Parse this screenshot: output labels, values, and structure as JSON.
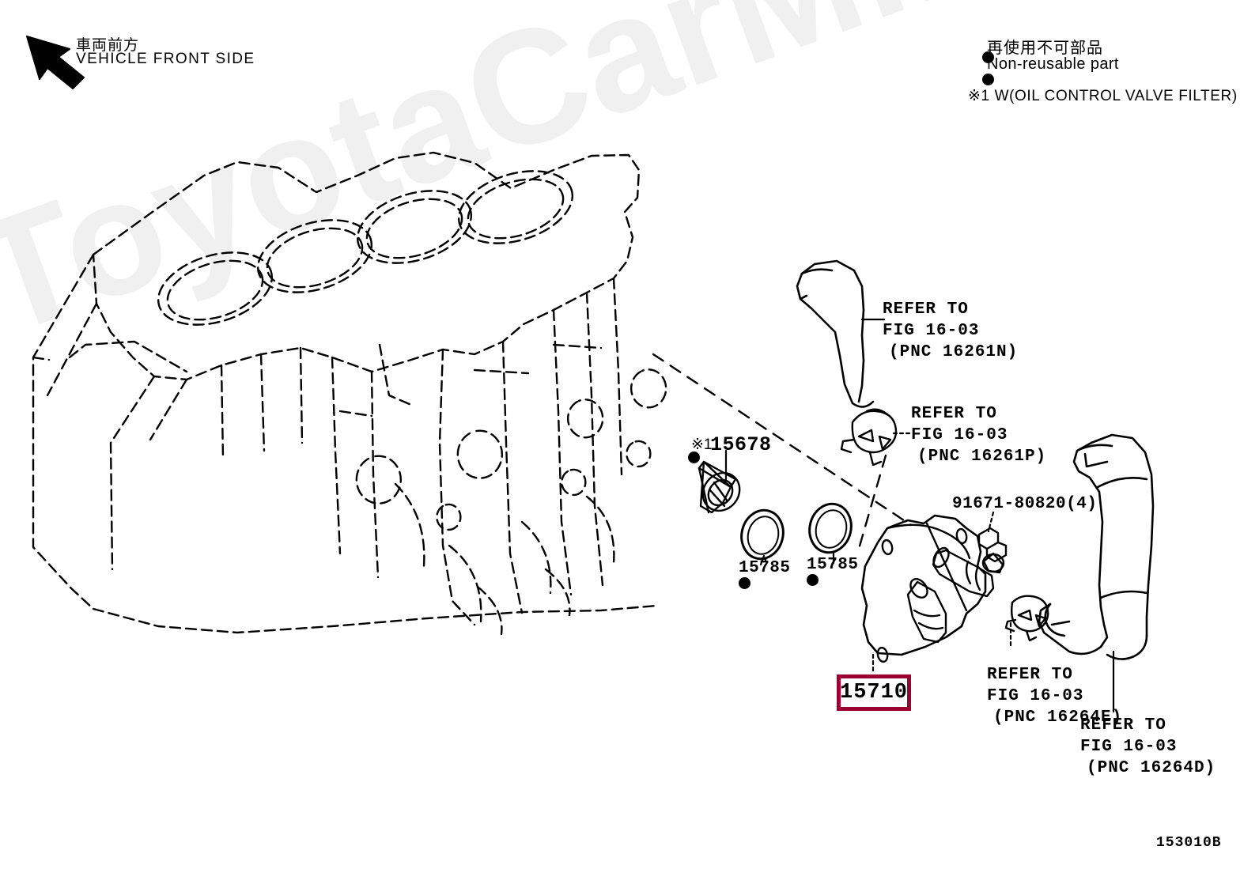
{
  "page": {
    "watermark": "ToyotaCarMine.ru",
    "footer_code": "153010B",
    "accent_color": "#9B0033"
  },
  "header": {
    "arrow_icon": "arrow-up-left-icon",
    "jp": "車両前方",
    "en": "VEHICLE FRONT SIDE"
  },
  "legend": {
    "bullet_icon": "filled-circle-icon",
    "jp": "再使用不可部品",
    "en": "Non-reusable part",
    "note": "※1 W(OIL CONTROL VALVE FILTER)"
  },
  "callouts": [
    {
      "name": "refer-16261n",
      "l1": "REFER TO",
      "l2": "FIG 16-03",
      "l3": "(PNC 16261N)"
    },
    {
      "name": "refer-16261p",
      "l1": "REFER TO",
      "l2": "FIG 16-03",
      "l3": "(PNC 16261P)"
    },
    {
      "name": "refer-16264e",
      "l1": "REFER TO",
      "l2": "FIG 16-03",
      "l3": "(PNC 16264E)"
    },
    {
      "name": "refer-16264d",
      "l1": "REFER TO",
      "l2": "FIG 16-03",
      "l3": "(PNC 16264D)"
    }
  ],
  "parts": {
    "filter": {
      "marker": "※1",
      "number": "15678",
      "bullet": true
    },
    "oring_left": {
      "number": "15785",
      "bullet": true
    },
    "oring_right": {
      "number": "15785",
      "bullet": true
    },
    "bolt": {
      "number": "91671-80820(4)",
      "bullet": false
    },
    "water_pump": {
      "number": "15710",
      "highlighted": true
    }
  }
}
